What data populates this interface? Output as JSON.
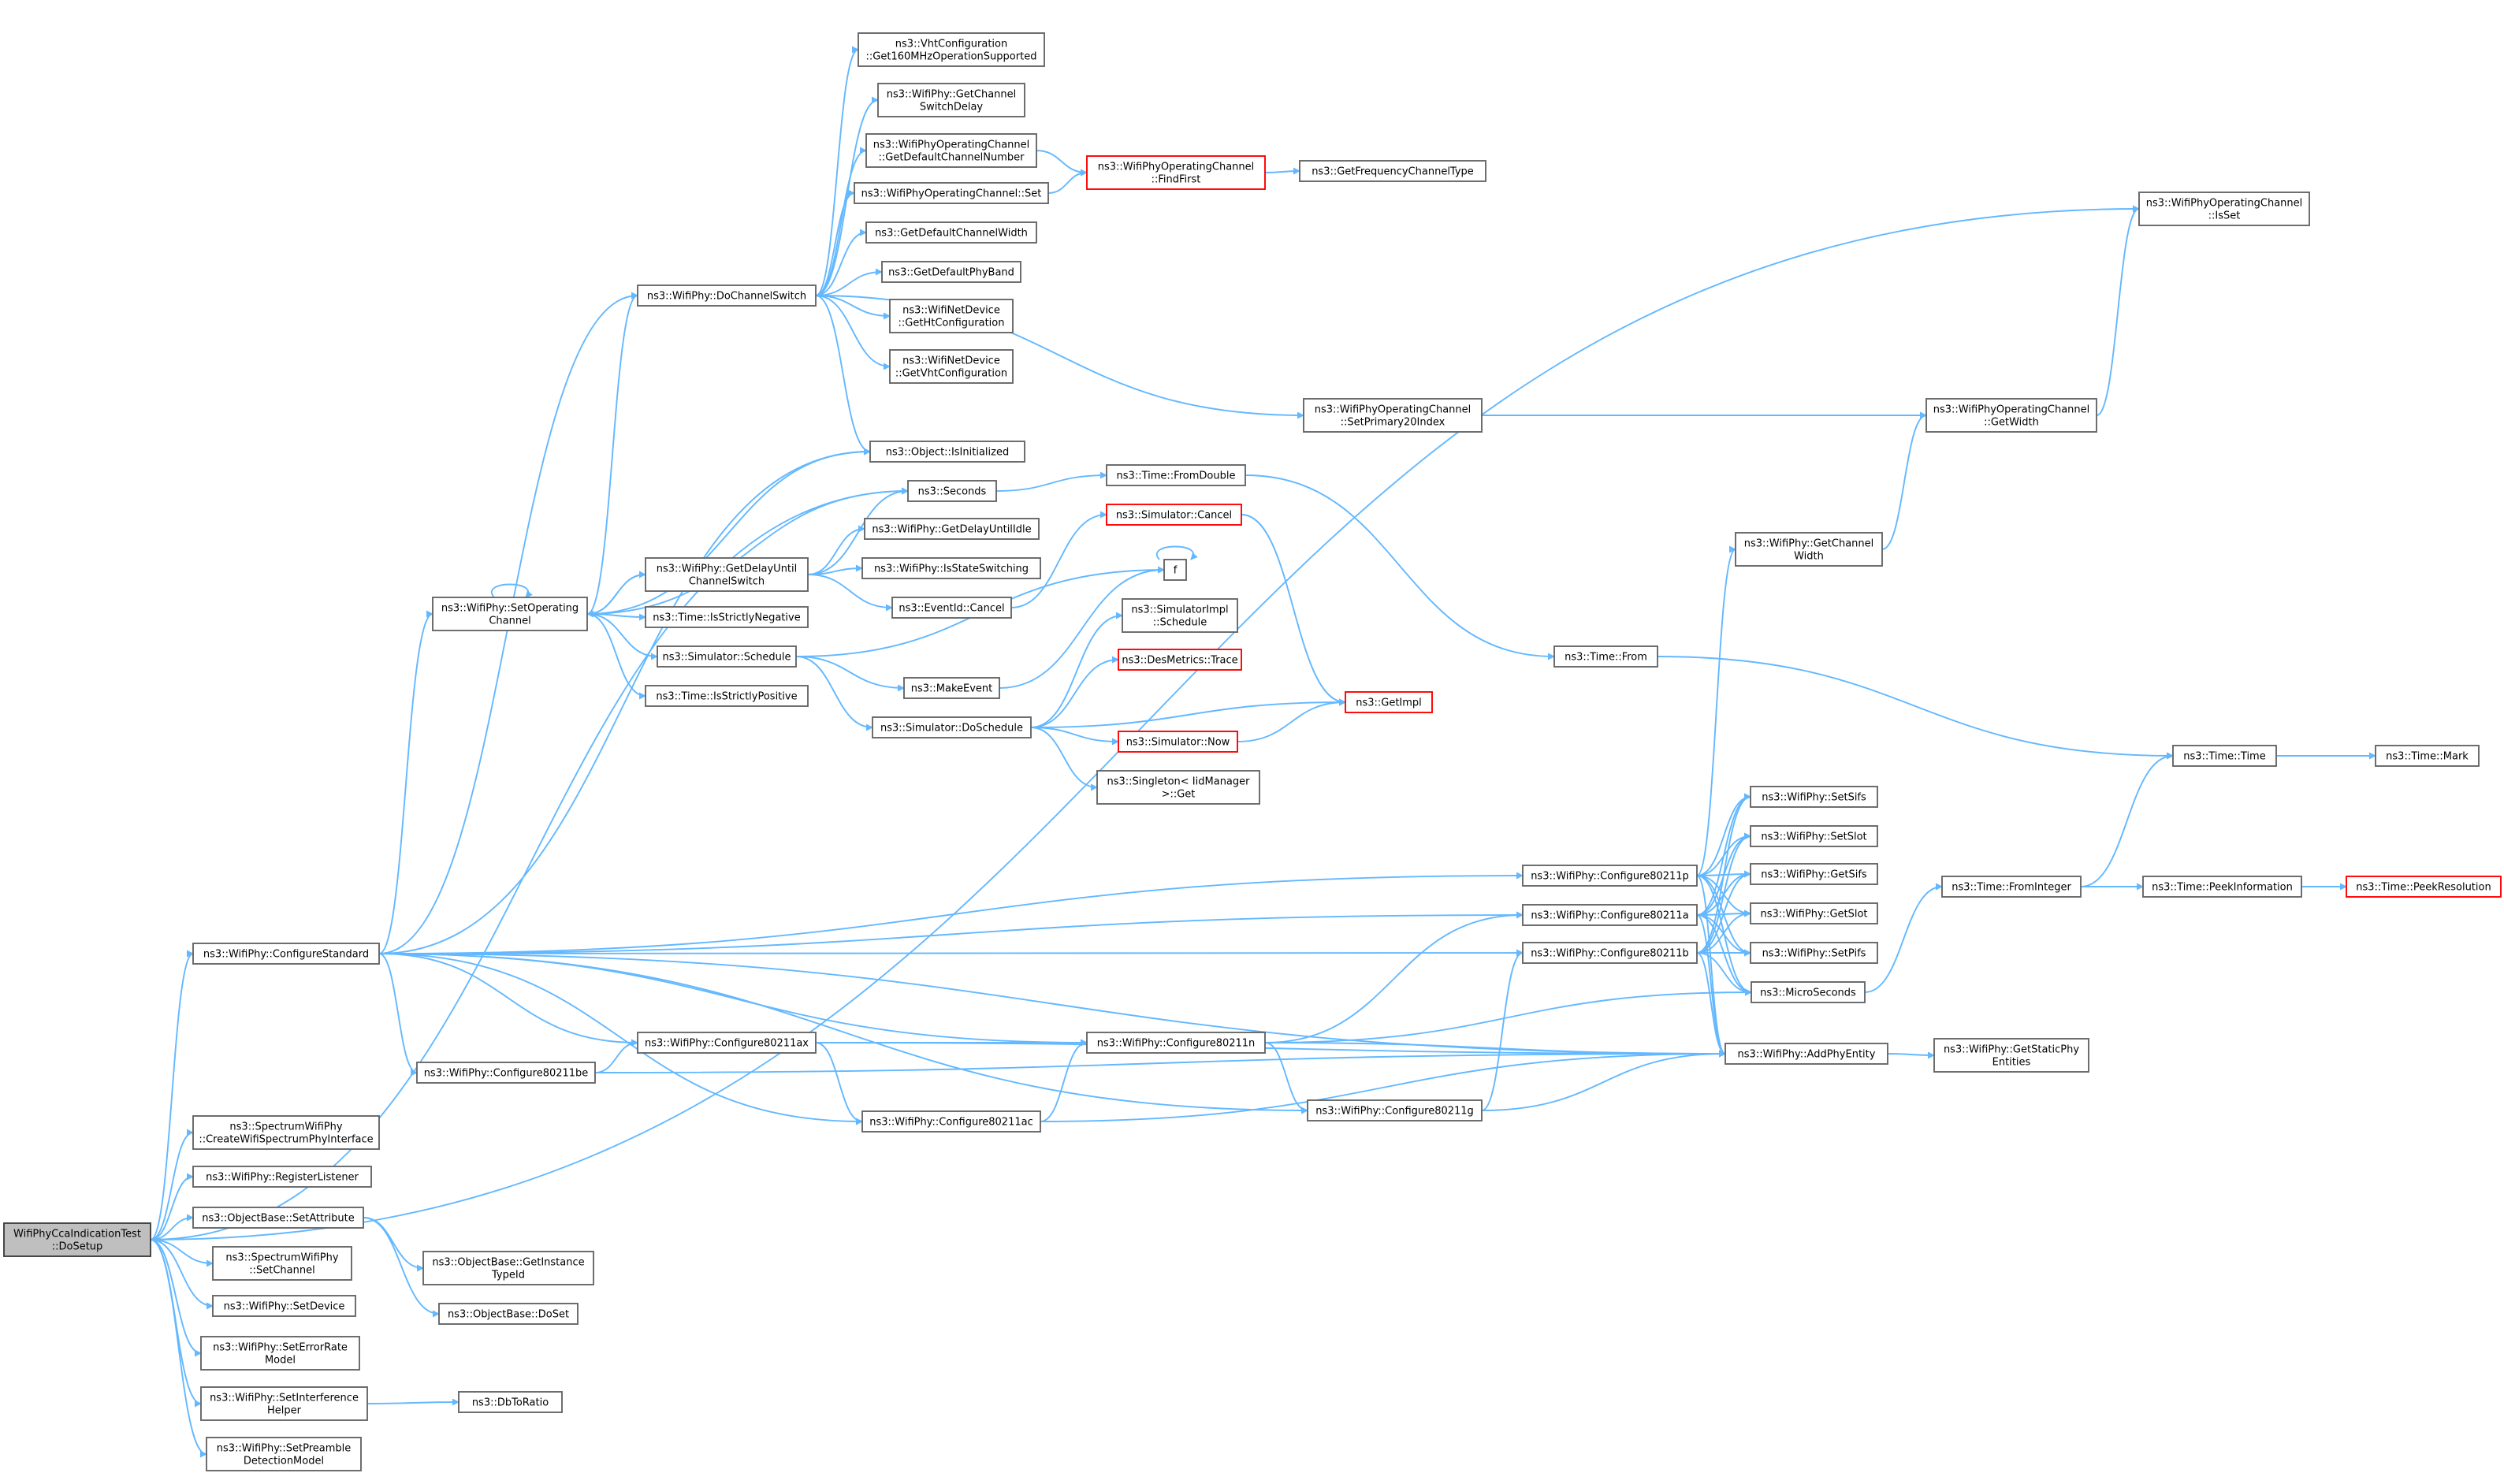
{
  "graph": {
    "colors": {
      "edge": "#63b8ff",
      "border": "#666666",
      "root_fill": "#bfbfbf",
      "highlight_border": "#ff0000"
    },
    "nodes": [
      {
        "id": "root",
        "lines": [
          "WifiPhyCcaIndicationTest",
          "::DoSetup"
        ],
        "style": "root"
      },
      {
        "id": "configureStandard",
        "lines": [
          "ns3::WifiPhy::ConfigureStandard"
        ]
      },
      {
        "id": "createWifiSpectrum",
        "lines": [
          "ns3::SpectrumWifiPhy",
          "::CreateWifiSpectrumPhyInterface"
        ]
      },
      {
        "id": "registerListener",
        "lines": [
          "ns3::WifiPhy::RegisterListener"
        ]
      },
      {
        "id": "setAttribute",
        "lines": [
          "ns3::ObjectBase::SetAttribute"
        ]
      },
      {
        "id": "setChannel",
        "lines": [
          "ns3::SpectrumWifiPhy",
          "::SetChannel"
        ]
      },
      {
        "id": "setDevice",
        "lines": [
          "ns3::WifiPhy::SetDevice"
        ]
      },
      {
        "id": "setErrorRate",
        "lines": [
          "ns3::WifiPhy::SetErrorRate",
          "Model"
        ]
      },
      {
        "id": "setInterference",
        "lines": [
          "ns3::WifiPhy::SetInterference",
          "Helper"
        ]
      },
      {
        "id": "setPreamble",
        "lines": [
          "ns3::WifiPhy::SetPreamble",
          "DetectionModel"
        ]
      },
      {
        "id": "doChannelSwitch",
        "lines": [
          "ns3::WifiPhy::DoChannelSwitch"
        ]
      },
      {
        "id": "setOperatingChannel",
        "lines": [
          "ns3::WifiPhy::SetOperating",
          "Channel"
        ]
      },
      {
        "id": "configure80211be",
        "lines": [
          "ns3::WifiPhy::Configure80211be"
        ]
      },
      {
        "id": "configure80211ax",
        "lines": [
          "ns3::WifiPhy::Configure80211ax"
        ]
      },
      {
        "id": "getInstanceTypeId",
        "lines": [
          "ns3::ObjectBase::GetInstance",
          "TypeId"
        ]
      },
      {
        "id": "doSet",
        "lines": [
          "ns3::ObjectBase::DoSet"
        ]
      },
      {
        "id": "dbToRatio",
        "lines": [
          "ns3::DbToRatio"
        ]
      },
      {
        "id": "getDelayUntilChannelSwitch",
        "lines": [
          "ns3::WifiPhy::GetDelayUntil",
          "ChannelSwitch"
        ]
      },
      {
        "id": "isStrictlyNegative",
        "lines": [
          "ns3::Time::IsStrictlyNegative"
        ]
      },
      {
        "id": "simulatorSchedule",
        "lines": [
          "ns3::Simulator::Schedule"
        ]
      },
      {
        "id": "isStrictlyPositive",
        "lines": [
          "ns3::Time::IsStrictlyPositive"
        ]
      },
      {
        "id": "vhtGet160",
        "lines": [
          "ns3::VhtConfiguration",
          "::Get160MHzOperationSupported"
        ]
      },
      {
        "id": "getChannelSwitchDelay",
        "lines": [
          "ns3::WifiPhy::GetChannel",
          "SwitchDelay"
        ]
      },
      {
        "id": "getDefaultChannelNumber",
        "lines": [
          "ns3::WifiPhyOperatingChannel",
          "::GetDefaultChannelNumber"
        ]
      },
      {
        "id": "opChannelSet",
        "lines": [
          "ns3::WifiPhyOperatingChannel::Set"
        ]
      },
      {
        "id": "getDefaultChannelWidth",
        "lines": [
          "ns3::GetDefaultChannelWidth"
        ]
      },
      {
        "id": "getDefaultPhyBand",
        "lines": [
          "ns3::GetDefaultPhyBand"
        ]
      },
      {
        "id": "getHtConfiguration",
        "lines": [
          "ns3::WifiNetDevice",
          "::GetHtConfiguration"
        ]
      },
      {
        "id": "getVhtConfiguration",
        "lines": [
          "ns3::WifiNetDevice",
          "::GetVhtConfiguration"
        ]
      },
      {
        "id": "isInitialized",
        "lines": [
          "ns3::Object::IsInitialized"
        ]
      },
      {
        "id": "seconds",
        "lines": [
          "ns3::Seconds"
        ]
      },
      {
        "id": "getDelayUntilIdle",
        "lines": [
          "ns3::WifiPhy::GetDelayUntilIdle"
        ]
      },
      {
        "id": "isStateSwitching",
        "lines": [
          "ns3::WifiPhy::IsStateSwitching"
        ]
      },
      {
        "id": "eventIdCancel",
        "lines": [
          "ns3::EventId::Cancel"
        ]
      },
      {
        "id": "makeEvent",
        "lines": [
          "ns3::MakeEvent"
        ]
      },
      {
        "id": "doSchedule",
        "lines": [
          "ns3::Simulator::DoSchedule"
        ]
      },
      {
        "id": "configure80211ac",
        "lines": [
          "ns3::WifiPhy::Configure80211ac"
        ]
      },
      {
        "id": "findFirst",
        "lines": [
          "ns3::WifiPhyOperatingChannel",
          "::FindFirst"
        ],
        "style": "red"
      },
      {
        "id": "getFrequencyChannelType",
        "lines": [
          "ns3::GetFrequencyChannelType"
        ]
      },
      {
        "id": "fromDouble",
        "lines": [
          "ns3::Time::FromDouble"
        ]
      },
      {
        "id": "simulatorCancel",
        "lines": [
          "ns3::Simulator::Cancel"
        ],
        "style": "red"
      },
      {
        "id": "f",
        "lines": [
          "f"
        ]
      },
      {
        "id": "simImplSchedule",
        "lines": [
          "ns3::SimulatorImpl",
          "::Schedule"
        ]
      },
      {
        "id": "desMetricsTrace",
        "lines": [
          "ns3::DesMetrics::Trace"
        ],
        "style": "red"
      },
      {
        "id": "getImpl",
        "lines": [
          "ns3::GetImpl"
        ],
        "style": "red"
      },
      {
        "id": "simulatorNow",
        "lines": [
          "ns3::Simulator::Now"
        ],
        "style": "red"
      },
      {
        "id": "singletonGet",
        "lines": [
          "ns3::Singleton< IidManager",
          ">::Get"
        ]
      },
      {
        "id": "configure80211n",
        "lines": [
          "ns3::WifiPhy::Configure80211n"
        ]
      },
      {
        "id": "setPrimary20Index",
        "lines": [
          "ns3::WifiPhyOperatingChannel",
          "::SetPrimary20Index"
        ]
      },
      {
        "id": "configure80211g",
        "lines": [
          "ns3::WifiPhy::Configure80211g"
        ]
      },
      {
        "id": "configure80211p",
        "lines": [
          "ns3::WifiPhy::Configure80211p"
        ]
      },
      {
        "id": "configure80211a",
        "lines": [
          "ns3::WifiPhy::Configure80211a"
        ]
      },
      {
        "id": "configure80211b",
        "lines": [
          "ns3::WifiPhy::Configure80211b"
        ]
      },
      {
        "id": "timeFrom",
        "lines": [
          "ns3::Time::From"
        ]
      },
      {
        "id": "getChannelWidth",
        "lines": [
          "ns3::WifiPhy::GetChannel",
          "Width"
        ]
      },
      {
        "id": "setSifs",
        "lines": [
          "ns3::WifiPhy::SetSifs"
        ]
      },
      {
        "id": "setSlot",
        "lines": [
          "ns3::WifiPhy::SetSlot"
        ]
      },
      {
        "id": "getSifs",
        "lines": [
          "ns3::WifiPhy::GetSifs"
        ]
      },
      {
        "id": "getSlot",
        "lines": [
          "ns3::WifiPhy::GetSlot"
        ]
      },
      {
        "id": "setPifs",
        "lines": [
          "ns3::WifiPhy::SetPifs"
        ]
      },
      {
        "id": "microSeconds",
        "lines": [
          "ns3::MicroSeconds"
        ]
      },
      {
        "id": "addPhyEntity",
        "lines": [
          "ns3::WifiPhy::AddPhyEntity"
        ]
      },
      {
        "id": "opChannelGetWidth",
        "lines": [
          "ns3::WifiPhyOperatingChannel",
          "::GetWidth"
        ]
      },
      {
        "id": "getStaticPhyEntities",
        "lines": [
          "ns3::WifiPhy::GetStaticPhy",
          "Entities"
        ]
      },
      {
        "id": "timeFromInteger",
        "lines": [
          "ns3::Time::FromInteger"
        ]
      },
      {
        "id": "opChannelIsSet",
        "lines": [
          "ns3::WifiPhyOperatingChannel",
          "::IsSet"
        ]
      },
      {
        "id": "timeTime",
        "lines": [
          "ns3::Time::Time"
        ]
      },
      {
        "id": "peekInformation",
        "lines": [
          "ns3::Time::PeekInformation"
        ]
      },
      {
        "id": "timeMark",
        "lines": [
          "ns3::Time::Mark"
        ]
      },
      {
        "id": "peekResolution",
        "lines": [
          "ns3::Time::PeekResolution"
        ],
        "style": "red"
      }
    ]
  }
}
